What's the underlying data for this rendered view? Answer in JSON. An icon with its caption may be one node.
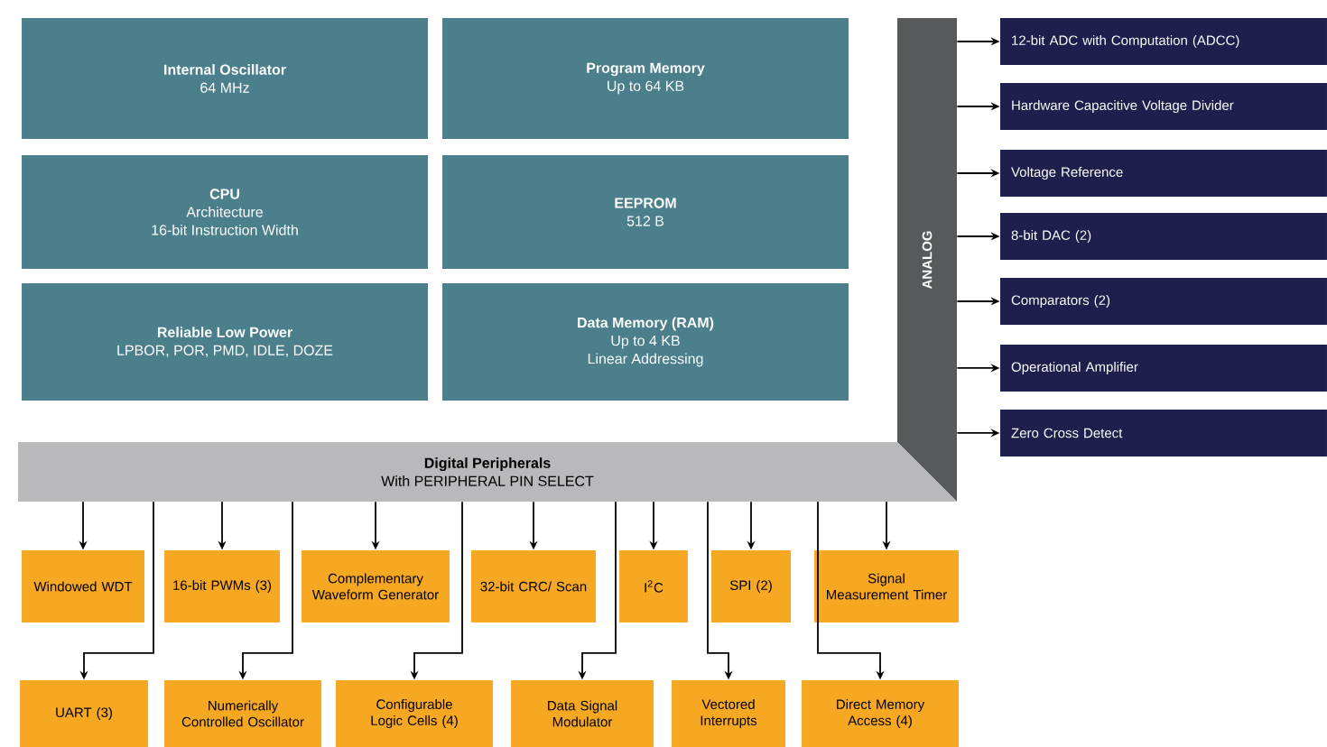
{
  "diagram": {
    "nodes": [
      {
        "text": [
          "Internal Oscillator",
          "64 MHz"
        ]
      },
      {
        "text": [
          "Program Memory",
          "Up to 64 KB"
        ]
      },
      {
        "text": [
          "CPU",
          "Architecture",
          "16-bit Instruction Width"
        ]
      },
      {
        "text": [
          "EEPROM",
          "512 B"
        ]
      },
      {
        "text": [
          "Reliable Low Power",
          "LPBOR, POR, PMD, IDLE, DOZE"
        ]
      },
      {
        "text": [
          "Data Memory (RAM)",
          "Up to 4 KB",
          "Linear Addressing"
        ]
      },
      {
        "text": [
          "ANALOG"
        ]
      },
      {
        "text": [
          "12-bit ADC with Computation (ADCC)"
        ]
      },
      {
        "text": [
          "Hardware Capacitive Voltage Divider"
        ]
      },
      {
        "text": [
          "Voltage Reference"
        ]
      },
      {
        "text": [
          "8-bit DAC (2)"
        ]
      },
      {
        "text": [
          "Comparators (2)"
        ]
      },
      {
        "text": [
          "Operational Amplifier"
        ]
      },
      {
        "text": [
          "Zero Cross Detect"
        ]
      },
      {
        "text": [
          "Digital Peripherals",
          "With PERIPHERAL PIN SELECT"
        ]
      },
      {
        "text": [
          "Windowed WDT"
        ]
      },
      {
        "text": [
          "16-bit PWMs (3)"
        ]
      },
      {
        "text": [
          "Complementary Waveform Generator"
        ]
      },
      {
        "text": [
          "32-bit CRC/ Scan"
        ]
      },
      {
        "text": [
          "I$^{2}$C"
        ]
      },
      {
        "text": [
          "SPI (2)"
        ]
      },
      {
        "text": [
          "Signal Measurement Timer"
        ]
      },
      {
        "text": [
          "UART (3)"
        ]
      },
      {
        "text": [
          "Numerically Controlled Oscillator"
        ]
      },
      {
        "text": [
          "Configurable Logic Cells (4)"
        ]
      },
      {
        "text": [
          "Data Signal Modulator"
        ]
      },
      {
        "text": [
          "Vectored Interrupts"
        ]
      },
      {
        "text": [
          "Direct Memory Access (4)"
        ]
      }
    ],
    "edges": [
      {
        "from": 6,
        "to": 7,
        "arrow": "to"
      },
      {
        "from": 6,
        "to": 8,
        "arrow": "to"
      },
      {
        "from": 6,
        "to": 9,
        "arrow": "to"
      },
      {
        "from": 6,
        "to": 10,
        "arrow": "to"
      },
      {
        "from": 6,
        "to": 11,
        "arrow": "to"
      },
      {
        "from": 6,
        "to": 12,
        "arrow": "to"
      },
      {
        "from": 6,
        "to": 13,
        "arrow": "to"
      },
      {
        "from": 14,
        "to": 15,
        "arrow": "to"
      },
      {
        "from": 14,
        "to": 16,
        "arrow": "to"
      },
      {
        "from": 14,
        "to": 17,
        "arrow": "to"
      },
      {
        "from": 14,
        "to": 18,
        "arrow": "to"
      },
      {
        "from": 14,
        "to": 19,
        "arrow": "to"
      },
      {
        "from": 14,
        "to": 20,
        "arrow": "to"
      },
      {
        "from": 14,
        "to": 21,
        "arrow": "to"
      },
      {
        "from": 14,
        "to": 22,
        "arrow": "to"
      },
      {
        "from": 14,
        "to": 23,
        "arrow": "to"
      },
      {
        "from": 14,
        "to": 24,
        "arrow": "to"
      },
      {
        "from": 14,
        "to": 25,
        "arrow": "to"
      },
      {
        "from": 14,
        "to": 26,
        "arrow": "to"
      },
      {
        "from": 14,
        "to": 27,
        "arrow": "to"
      }
    ]
  }
}
